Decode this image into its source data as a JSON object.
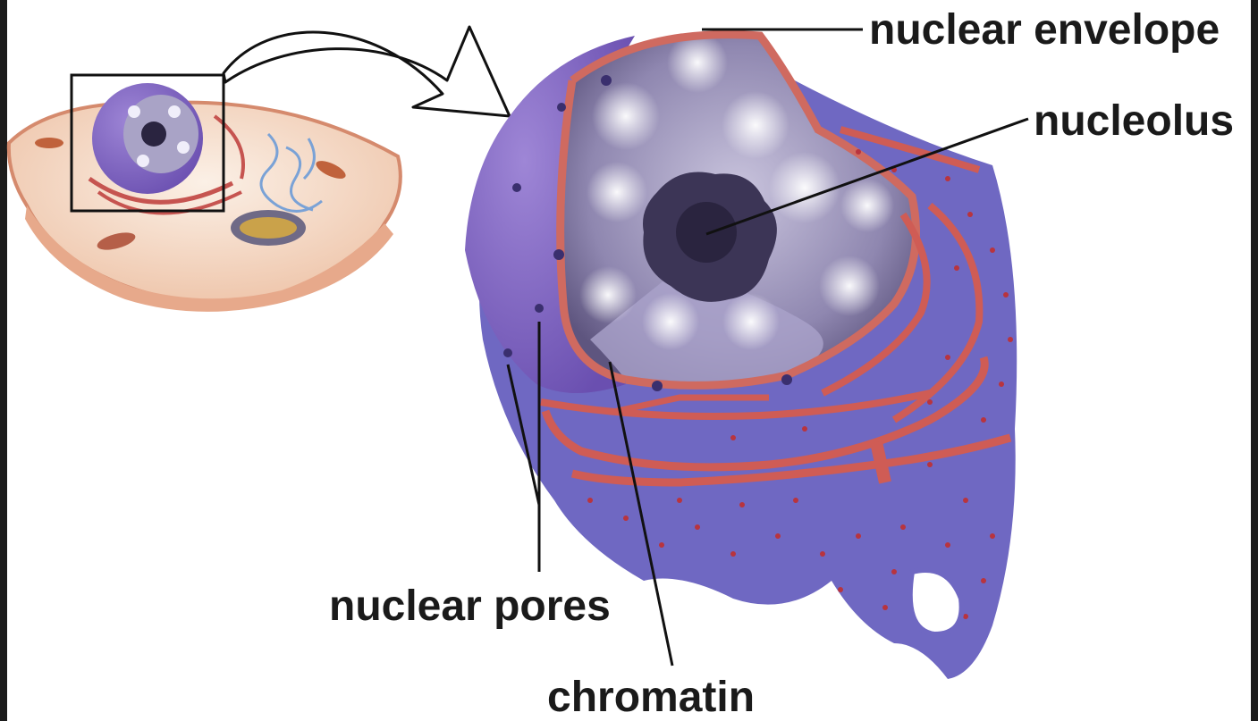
{
  "labels": {
    "nuclear_envelope": "nuclear envelope",
    "nucleolus": "nucleolus",
    "nuclear_pores": "nuclear pores",
    "chromatin": "chromatin"
  },
  "colors": {
    "membrane_purple": "#7b6bbf",
    "er_red": "#cc5a52",
    "nucleoplasm": "#9a93b8",
    "cell_cytoplasm": "#f3dccb",
    "cell_membrane": "#e3a58a",
    "ribosome": "#b8343e"
  }
}
